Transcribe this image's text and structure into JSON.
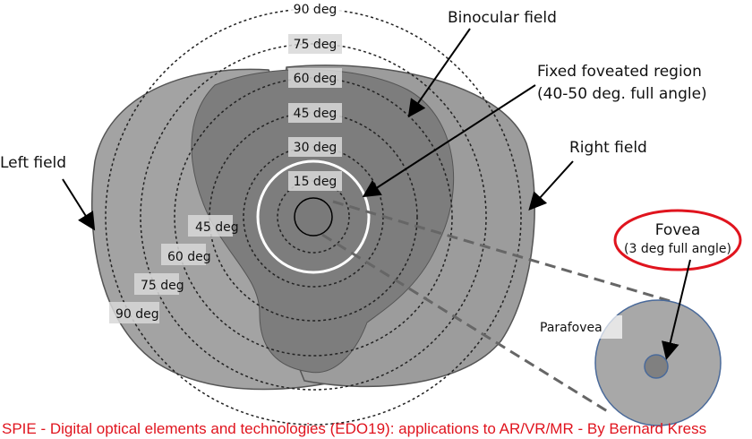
{
  "rings": [
    {
      "deg": 90,
      "label": "90 deg"
    },
    {
      "deg": 75,
      "label": "75 deg"
    },
    {
      "deg": 60,
      "label": "60 deg"
    },
    {
      "deg": 45,
      "label": "45 deg"
    },
    {
      "deg": 30,
      "label": "30 deg"
    },
    {
      "deg": 15,
      "label": "15 deg"
    }
  ],
  "left_labels": [
    "45 deg",
    "60 deg",
    "75 deg",
    "90 deg"
  ],
  "annotations": {
    "binocular": "Binocular field",
    "foveated_line1": "Fixed foveated region",
    "foveated_line2": "(40-50 deg. full angle)",
    "right_field": "Right field",
    "left_field": "Left field",
    "fovea": "Fovea",
    "fovea_sub": "(3 deg full angle)",
    "parafovea": "Parafovea"
  },
  "footer": "SPIE - Digital optical elements and technologies (EDO19): applications to AR/VR/MR - By Bernard Kress",
  "colors": {
    "field": "#a3a3a3",
    "binocular": "#7d7d7d",
    "accent_red": "#e0141e",
    "eye_border": "#4a6a9a"
  }
}
